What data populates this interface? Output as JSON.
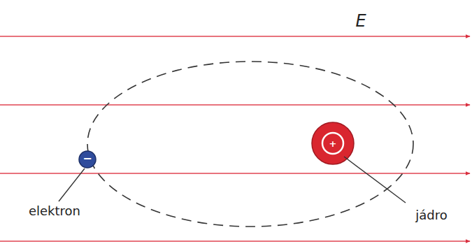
{
  "diagram": {
    "labels": [
      "E",
      "−",
      "+",
      "elektron",
      "jádro"
    ]
  }
}
